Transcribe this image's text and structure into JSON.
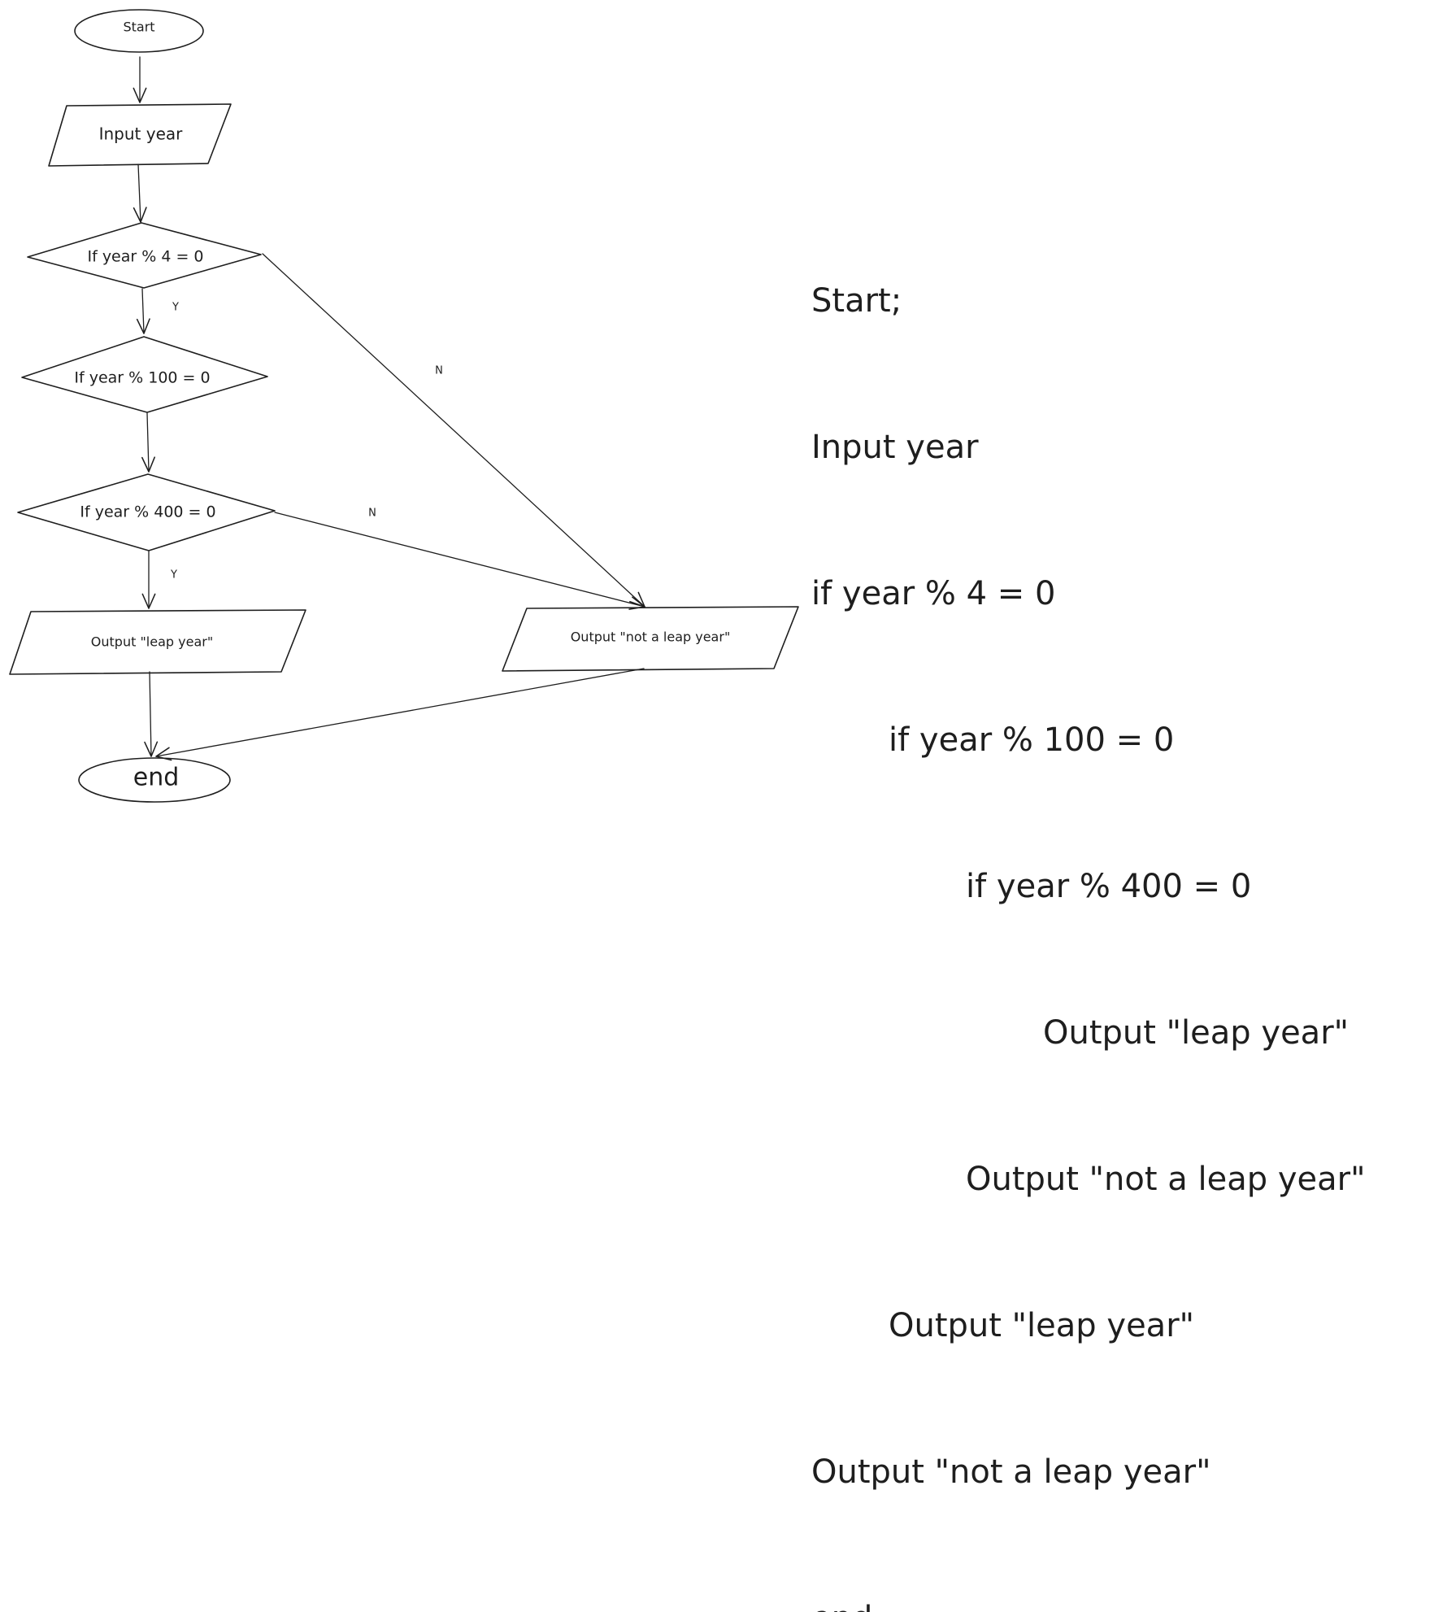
{
  "flowchart": {
    "nodes": {
      "start": "Start",
      "input": "Input year",
      "cond4": "If year % 4 = 0",
      "cond100": "If year % 100 = 0",
      "cond400": "If year % 400 = 0",
      "out_leap": "Output \"leap year\"",
      "out_not_leap": "Output \"not a leap year\"",
      "end": "end"
    },
    "edge_labels": {
      "cond4_yes": "Y",
      "cond4_no": "N",
      "cond400_no": "N",
      "cond400_yes": "Y"
    }
  },
  "pseudocode": {
    "lines": [
      "Start;",
      "Input year",
      "if year % 4 = 0",
      "if year % 100 = 0",
      "if year % 400 = 0",
      "Output \"leap year\"",
      "Output \"not a leap year\"",
      "Output \"leap year\"",
      "Output \"not a leap year\"",
      "end;"
    ]
  }
}
